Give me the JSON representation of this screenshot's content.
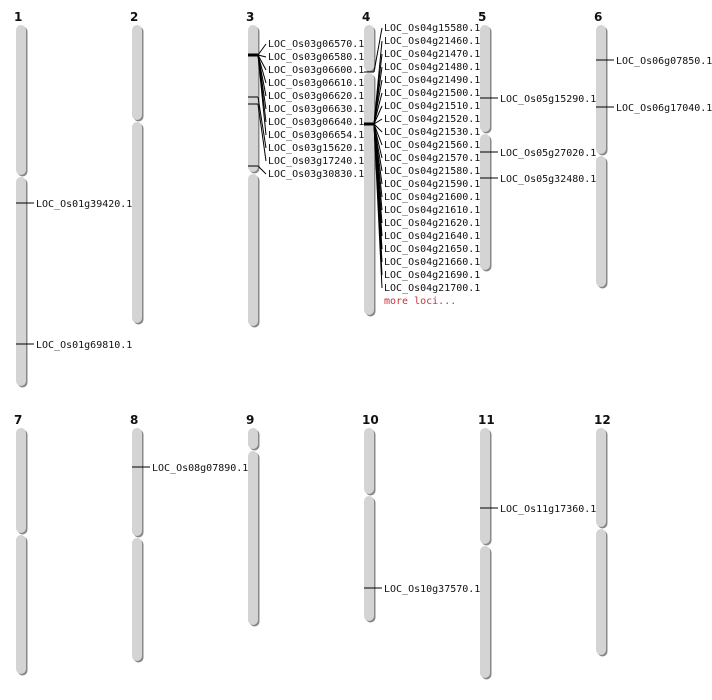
{
  "chromosomes": [
    {
      "name": "1",
      "genes": [
        "LOC_Os01g39420.1",
        "LOC_Os01g69810.1"
      ]
    },
    {
      "name": "2",
      "genes": []
    },
    {
      "name": "3",
      "genes": [
        "LOC_Os03g06570.1",
        "LOC_Os03g06580.1",
        "LOC_Os03g06600.1",
        "LOC_Os03g06610.1",
        "LOC_Os03g06620.1",
        "LOC_Os03g06630.1",
        "LOC_Os03g06640.1",
        "LOC_Os03g06654.1",
        "LOC_Os03g15620.1",
        "LOC_Os03g17240.1",
        "LOC_Os03g30830.1"
      ]
    },
    {
      "name": "4",
      "genes": [
        "LOC_Os04g15580.1",
        "LOC_Os04g21460.1",
        "LOC_Os04g21470.1",
        "LOC_Os04g21480.1",
        "LOC_Os04g21490.1",
        "LOC_Os04g21500.1",
        "LOC_Os04g21510.1",
        "LOC_Os04g21520.1",
        "LOC_Os04g21530.1",
        "LOC_Os04g21560.1",
        "LOC_Os04g21570.1",
        "LOC_Os04g21580.1",
        "LOC_Os04g21590.1",
        "LOC_Os04g21600.1",
        "LOC_Os04g21610.1",
        "LOC_Os04g21620.1",
        "LOC_Os04g21640.1",
        "LOC_Os04g21650.1",
        "LOC_Os04g21660.1",
        "LOC_Os04g21690.1",
        "LOC_Os04g21700.1"
      ],
      "more": "more loci..."
    },
    {
      "name": "5",
      "genes": [
        "LOC_Os05g15290.1",
        "LOC_Os05g27020.1",
        "LOC_Os05g32480.1"
      ]
    },
    {
      "name": "6",
      "genes": [
        "LOC_Os06g07850.1",
        "LOC_Os06g17040.1"
      ]
    },
    {
      "name": "7",
      "genes": []
    },
    {
      "name": "8",
      "genes": [
        "LOC_Os08g07890.1"
      ]
    },
    {
      "name": "9",
      "genes": []
    },
    {
      "name": "10",
      "genes": [
        "LOC_Os10g37570.1"
      ]
    },
    {
      "name": "11",
      "genes": [
        "LOC_Os11g17360.1"
      ]
    },
    {
      "name": "12",
      "genes": []
    }
  ],
  "colors": {
    "chromosome": "#d4d4d4",
    "shadow": "#888888",
    "more": "#c8323c"
  }
}
